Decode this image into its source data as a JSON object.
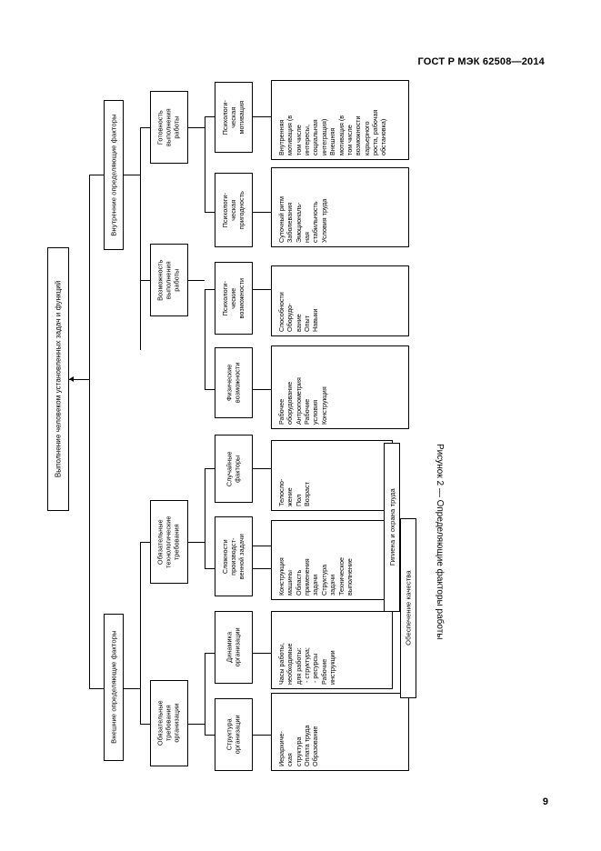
{
  "document": {
    "standard_header": "ГОСТ Р МЭК 62508—2014",
    "page_number": "9",
    "figure_caption": "Рисунок 2 — Определяющие факторы работы"
  },
  "diagram": {
    "type": "hierarchy-tree",
    "orientation": "rotated-90-left",
    "root": {
      "label": "Выполнение человеком установленных задач и функций"
    },
    "level2": [
      {
        "label": "Внутренние определяющие факторы"
      },
      {
        "label": "Внешние определяющие факторы"
      }
    ],
    "level3": [
      {
        "label": "Готовность\nвыполнения\nработы"
      },
      {
        "label": "Возможность\nвыполнения\nработы"
      },
      {
        "label": "Обязательные\nтехнологические\nтребования"
      },
      {
        "label": "Обязательные\nтребования\nорганизации"
      }
    ],
    "level4": [
      {
        "label": "Психологи-\nческая\nмотивация"
      },
      {
        "label": "Психологи-\nческая\nпригодность"
      },
      {
        "label": "Психологи-\nческие\nвозможности"
      },
      {
        "label": "Физические\nвозможности"
      },
      {
        "label": "Случайные\nфакторы"
      },
      {
        "label": "Сложности\nпроизводст-\nвенной задачи"
      },
      {
        "label": "Динамика\nорганизации"
      },
      {
        "label": "Структура\nорганизации"
      }
    ],
    "leaves": [
      {
        "label": "Внутренняя\nмотивация (в\nтом числе\nинтересы,\nсоциальная\nинтеграция)\nВнешняя\nмотивация (в\nтом числе\nвозможности\nкарьерного\nроста, рабочая\nобстановка)"
      },
      {
        "label": "Суточный ритм\nЗаболевания\nЭмоциональ-\nная\nстабильность\nУсловия труда"
      },
      {
        "label": "Способности\nОборудо-\nвание\nОпыт\nНавыки"
      },
      {
        "label": "Рабочее\nоборудование\nАнтропометрия\nРабочие\nусловия\nКонструкция"
      },
      {
        "label": "Телосло-\nжение\nПол\nВозраст"
      },
      {
        "label": "Конструкция\nмашины\nОбласть\nприменения\nзадачи\nСтруктура\nзадачи\nТехническое\nвыполнение"
      },
      {
        "label": "Часы работы,\nнеобходимые\nдля работы:\n - структура;\n - ресурсы\nРабочие\nинструкции"
      },
      {
        "label": "Иерархиче-\nская\nструктура\nОплата труда\nОбразование"
      }
    ],
    "brackets": [
      {
        "label": "Гигиена и охрана труда"
      },
      {
        "label": "Обеспечение качества"
      }
    ]
  }
}
